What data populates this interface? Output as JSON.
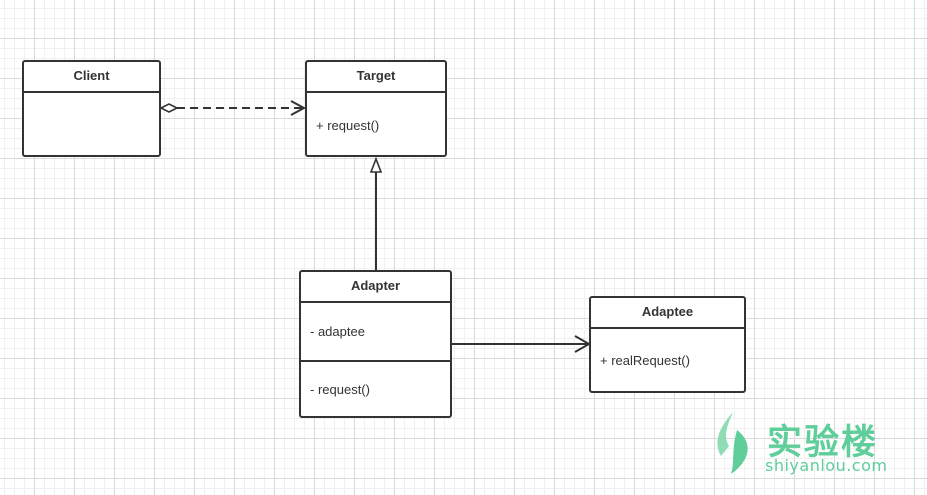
{
  "classes": {
    "client": {
      "name": "Client",
      "members": []
    },
    "target": {
      "name": "Target",
      "methods": [
        "+ request()"
      ]
    },
    "adapter": {
      "name": "Adapter",
      "attributes": [
        "- adaptee"
      ],
      "methods": [
        "- request()"
      ]
    },
    "adaptee": {
      "name": "Adaptee",
      "methods": [
        "+ realRequest()"
      ]
    }
  },
  "relations": [
    {
      "from": "Client",
      "to": "Target",
      "type": "aggregation-dependency",
      "style": "dashed"
    },
    {
      "from": "Adapter",
      "to": "Target",
      "type": "generalization",
      "style": "solid"
    },
    {
      "from": "Adapter",
      "to": "Adaptee",
      "type": "association",
      "style": "solid"
    }
  ],
  "watermark": {
    "name_cn": "实验楼",
    "site": "shiyanlou.com",
    "color": "#5fce9a"
  }
}
